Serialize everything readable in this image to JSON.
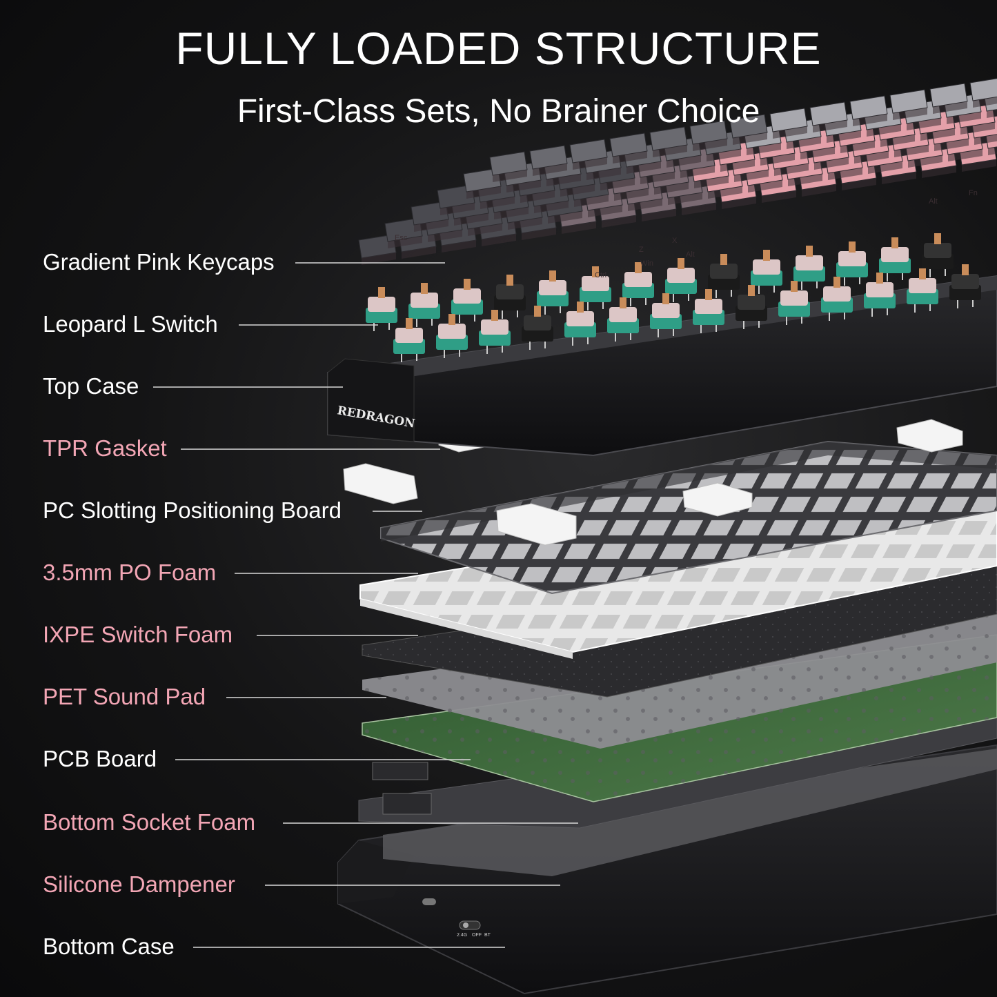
{
  "header": {
    "title": "FULLY LOADED STRUCTURE",
    "subtitle": "First-Class Sets, No Brainer Choice"
  },
  "brand": {
    "logo_text": "REDRAGON"
  },
  "keycap_legends": [
    "Esc",
    "Ctrl",
    "Win",
    "Alt",
    "Alt",
    "Fn",
    "Z",
    "X"
  ],
  "switch_labels": [
    "2.4G",
    "OFF",
    "BT"
  ],
  "colors": {
    "highlight_label": "#f3a6b5",
    "normal_label": "#ffffff",
    "keycap_pink": "#e9a3ab",
    "keycap_grey": "#5a5a60",
    "switch_green": "#2f9e86",
    "pcb_green": "#3f6b3c"
  },
  "layers": [
    {
      "label": "Gradient Pink Keycaps",
      "highlight": false
    },
    {
      "label": "Leopard L Switch",
      "highlight": false
    },
    {
      "label": "Top Case",
      "highlight": false
    },
    {
      "label": "TPR Gasket",
      "highlight": true
    },
    {
      "label": "PC Slotting Positioning Board",
      "highlight": false
    },
    {
      "label": "3.5mm PO Foam",
      "highlight": true
    },
    {
      "label": "IXPE Switch Foam",
      "highlight": true
    },
    {
      "label": "PET Sound Pad",
      "highlight": true
    },
    {
      "label": "PCB Board",
      "highlight": false
    },
    {
      "label": "Bottom Socket Foam",
      "highlight": true
    },
    {
      "label": "Silicone Dampener",
      "highlight": true
    },
    {
      "label": "Bottom Case",
      "highlight": false
    }
  ]
}
